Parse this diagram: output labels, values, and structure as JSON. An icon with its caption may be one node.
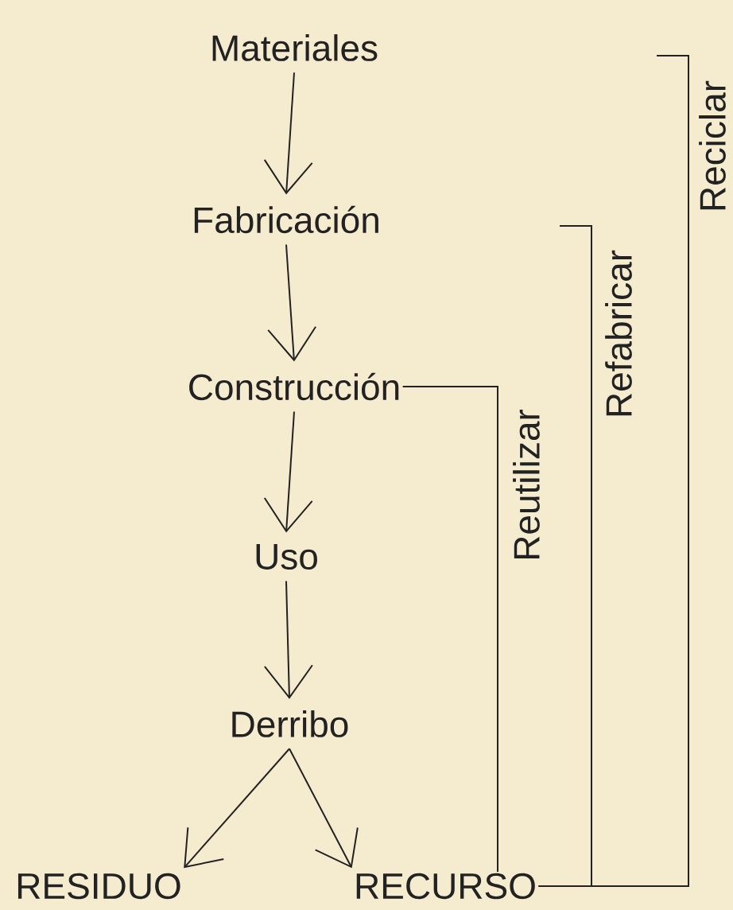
{
  "diagram": {
    "nodes": [
      {
        "text": [
          "Materiales"
        ]
      },
      {
        "text": [
          "Fabricación"
        ]
      },
      {
        "text": [
          "Construcción"
        ]
      },
      {
        "text": [
          "Uso"
        ]
      },
      {
        "text": [
          "Derribo"
        ]
      },
      {
        "text": [
          "RESIDUO"
        ]
      },
      {
        "text": [
          "RECURSO"
        ]
      }
    ],
    "edges": [
      {
        "from": 0,
        "to": 1,
        "arrow": "to"
      },
      {
        "from": 1,
        "to": 2,
        "arrow": "to"
      },
      {
        "from": 2,
        "to": 3,
        "arrow": "to"
      },
      {
        "from": 3,
        "to": 4,
        "arrow": "to"
      },
      {
        "from": 4,
        "to": 5,
        "arrow": "to"
      },
      {
        "from": 4,
        "to": 6,
        "arrow": "to"
      },
      {
        "from": 6,
        "to": 2,
        "arrow": "none",
        "label": "Reutilizar"
      },
      {
        "from": 6,
        "to": null,
        "arrow": "none",
        "label": "Refabricar"
      },
      {
        "from": 6,
        "to": null,
        "arrow": "none",
        "label": "Reciclar"
      }
    ]
  }
}
